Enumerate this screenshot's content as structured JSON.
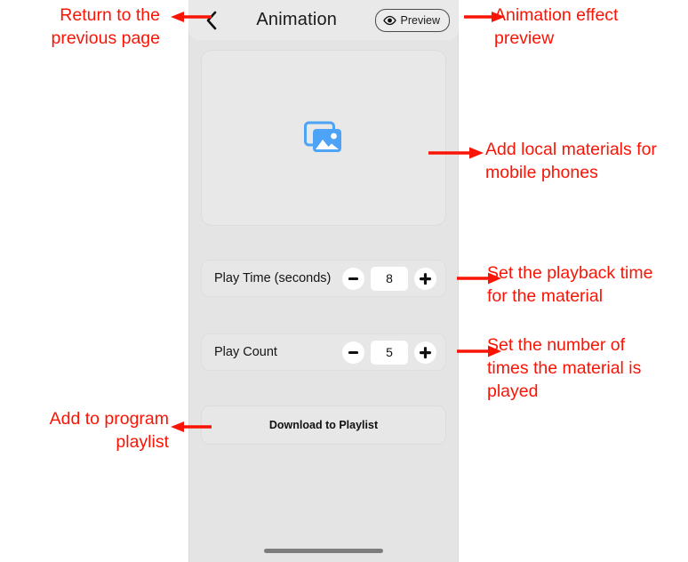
{
  "phone": {
    "nav": {
      "back_icon": "chevron-left-icon",
      "title": "Animation",
      "preview_label": "Preview",
      "preview_icon": "eye-icon"
    },
    "media": {
      "placeholder_icon": "image-stack-icon",
      "icon_color": "#4da3f5"
    },
    "settings": [
      {
        "label": "Play Time (seconds)",
        "value": "8",
        "minus": "−",
        "plus": "+"
      },
      {
        "label": "Play Count",
        "value": "5",
        "minus": "−",
        "plus": "+"
      }
    ],
    "download_label": "Download to Playlist"
  },
  "annotations": {
    "color": "#fa1405",
    "back": "Return to the\nprevious page",
    "preview": "Animation effect\npreview",
    "media": "Add local materials for\nmobile phones",
    "play_time": "Set the playback time\nfor the material",
    "play_count": "Set the number of\ntimes the material is\nplayed",
    "download": "Add to program\nplaylist"
  }
}
